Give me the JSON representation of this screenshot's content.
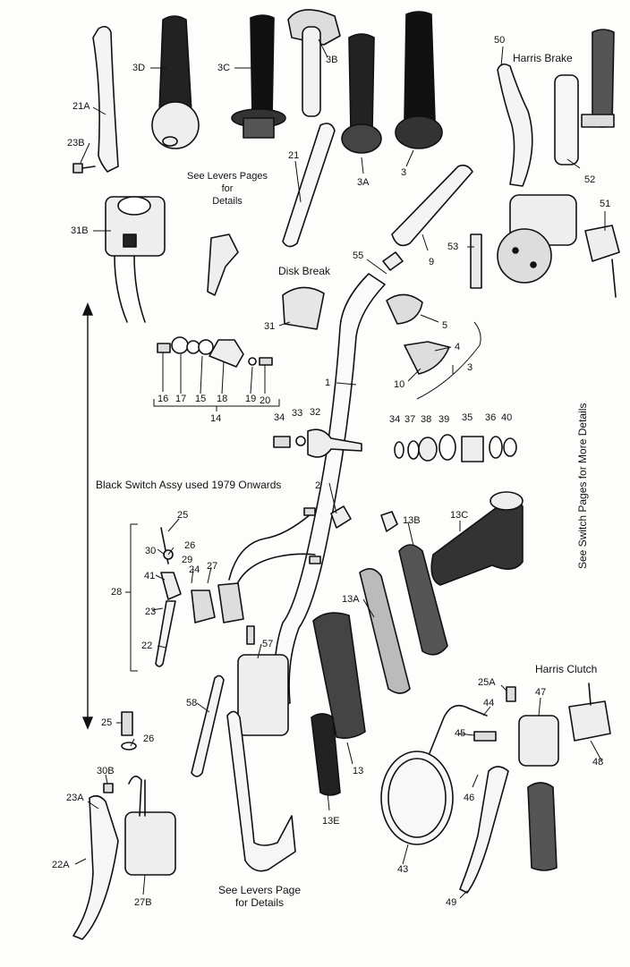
{
  "notes": {
    "harris_brake": "Harris Brake",
    "levers_pages": "See Levers Pages\nfor\nDetails",
    "disk_break": "Disk Break",
    "black_switch": "Black Switch Assy used 1979 Onwards",
    "harris_clutch": "Harris Clutch",
    "levers_page_bottom": "See Levers Page\nfor Details",
    "switch_pages": "See Switch Pages for More Details"
  },
  "part_labels": {
    "p3D": "3D",
    "p3C": "3C",
    "p3B": "3B",
    "p3A": "3A",
    "p3": "3",
    "p21A": "21A",
    "p23B": "23B",
    "p21": "21",
    "p31B": "31B",
    "p50": "50",
    "p52": "52",
    "p51": "51",
    "p53": "53",
    "p9": "9",
    "p55": "55",
    "p5": "5",
    "p4": "4",
    "p10": "10",
    "p3b": "3",
    "p31": "31",
    "p1": "1",
    "p16": "16",
    "p17": "17",
    "p15": "15",
    "p18": "18",
    "p19": "19",
    "p20": "20",
    "p14": "14",
    "p34": "34",
    "p33": "33",
    "p32": "32",
    "p34b": "34",
    "p37": "37",
    "p38": "38",
    "p39": "39",
    "p35": "35",
    "p36": "36",
    "p40": "40",
    "p2": "2",
    "p25": "25",
    "p13B": "13B",
    "p13C": "13C",
    "p30": "30",
    "p26": "26",
    "p29": "29",
    "p27": "27",
    "p41": "41",
    "p24": "24",
    "p28": "28",
    "p23": "23",
    "p22": "22",
    "p13A": "13A",
    "p57": "57",
    "p58": "58",
    "p25b": "25",
    "p26b": "26",
    "p30B": "30B",
    "p23A": "23A",
    "p22A": "22A",
    "p27B": "27B",
    "p13": "13",
    "p13E": "13E",
    "p25A": "25A",
    "p47": "47",
    "p44": "44",
    "p45": "45",
    "p48": "48",
    "p46": "46",
    "p43": "43",
    "p49": "49"
  }
}
